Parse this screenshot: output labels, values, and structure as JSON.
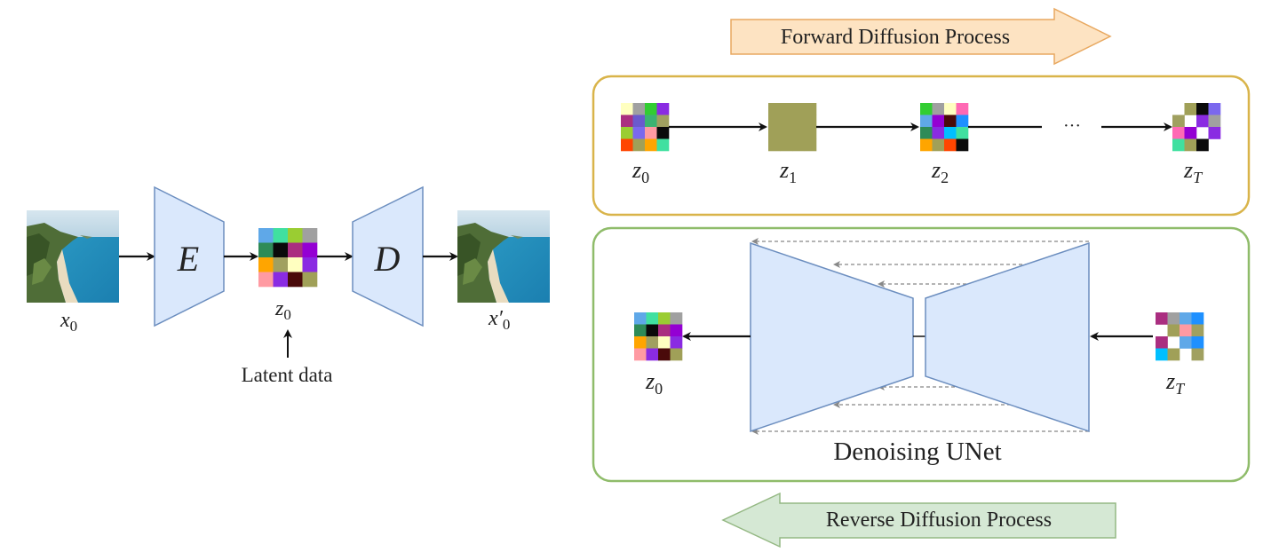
{
  "autoencoder": {
    "input_symbol": "x",
    "input_subscript": "0",
    "encoder_label": "E",
    "latent_symbol": "z",
    "latent_subscript": "0",
    "latent_caption": "Latent data",
    "decoder_label": "D",
    "output_symbol": "x′",
    "output_subscript": "0"
  },
  "forward": {
    "label": "Forward Diffusion Process",
    "ellipsis": "···",
    "steps": [
      {
        "symbol": "z",
        "subscript": "0"
      },
      {
        "symbol": "z",
        "subscript": "1"
      },
      {
        "symbol": "z",
        "subscript": "2"
      },
      {
        "symbol": "z",
        "subscript": "T"
      }
    ]
  },
  "reverse": {
    "label": "Reverse Diffusion Process",
    "unet_label": "Denoising UNet",
    "output_symbol": "z",
    "output_subscript": "0",
    "input_symbol": "z",
    "input_subscript": "T"
  },
  "colors": {
    "forward_border": "#d9b44a",
    "reverse_border": "#8fbc6a",
    "forward_arrow_fill": "#fde3c2",
    "forward_arrow_stroke": "#e8a860",
    "reverse_arrow_fill": "#d5e8d4",
    "reverse_arrow_stroke": "#94b883",
    "network_fill": "#dae8fc",
    "network_stroke": "#6c8ebf"
  },
  "icons": {
    "landscape": "coastal-landscape-photo",
    "latent_grid": "latent-pixel-grid"
  }
}
